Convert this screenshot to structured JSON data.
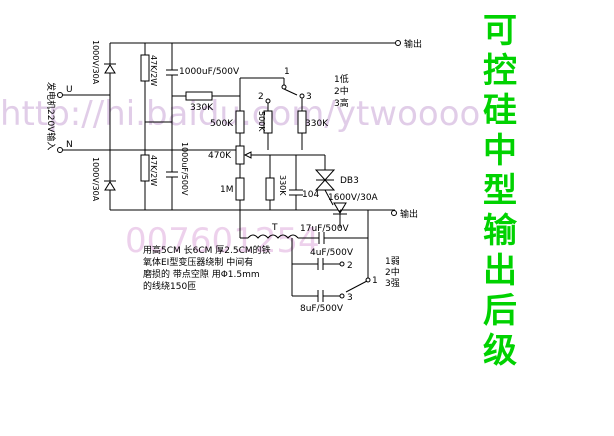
{
  "title": [
    "可",
    "控",
    "硅",
    "中",
    "型",
    "输",
    "出",
    "后",
    "级"
  ],
  "watermark": {
    "url": "http://hi.baidu.com/ytwoooo",
    "number": "007601254"
  },
  "source": {
    "label": "发电机220V输入",
    "terminal_u": "U",
    "terminal_n": "N"
  },
  "outputs": {
    "top": "输出",
    "mid": "输出"
  },
  "components": {
    "d_top": "1000V/30A",
    "d_bot": "1000V/30A",
    "r_top": "47K/2W",
    "r_bot": "47K/2W",
    "c_top": "1000uF/500V",
    "c_bot": "1000uF/500V",
    "r330a": "330K",
    "pot500a": "500K",
    "r500b": "500K",
    "r330b": "330K",
    "pot470": "470K",
    "r1m": "1M",
    "r330c": "330K",
    "c104": "104",
    "db3": "DB3",
    "scr": "1600V/30A",
    "t": "T",
    "c17": "17uF/500V",
    "c4": "4uF/500V",
    "c8": "8uF/500V"
  },
  "switch_top": {
    "n1": "1",
    "n2": "2",
    "n3": "3",
    "legend": [
      "1低",
      "2中",
      "3高"
    ]
  },
  "switch_bot": {
    "n1": "1",
    "n2": "2",
    "n3": "3",
    "legend": [
      "1弱",
      "2中",
      "3强"
    ]
  },
  "note": [
    "用高5CM 长6CM 厚2.5CM的铁",
    "氧体EI型变压器绕制 中间有",
    "磨损的 带点空隙 用Φ1.5mm",
    "的线绕150匝"
  ],
  "colors": {
    "title": "#00d200",
    "watermark": "#c9a6d6",
    "wire": "#000000"
  }
}
